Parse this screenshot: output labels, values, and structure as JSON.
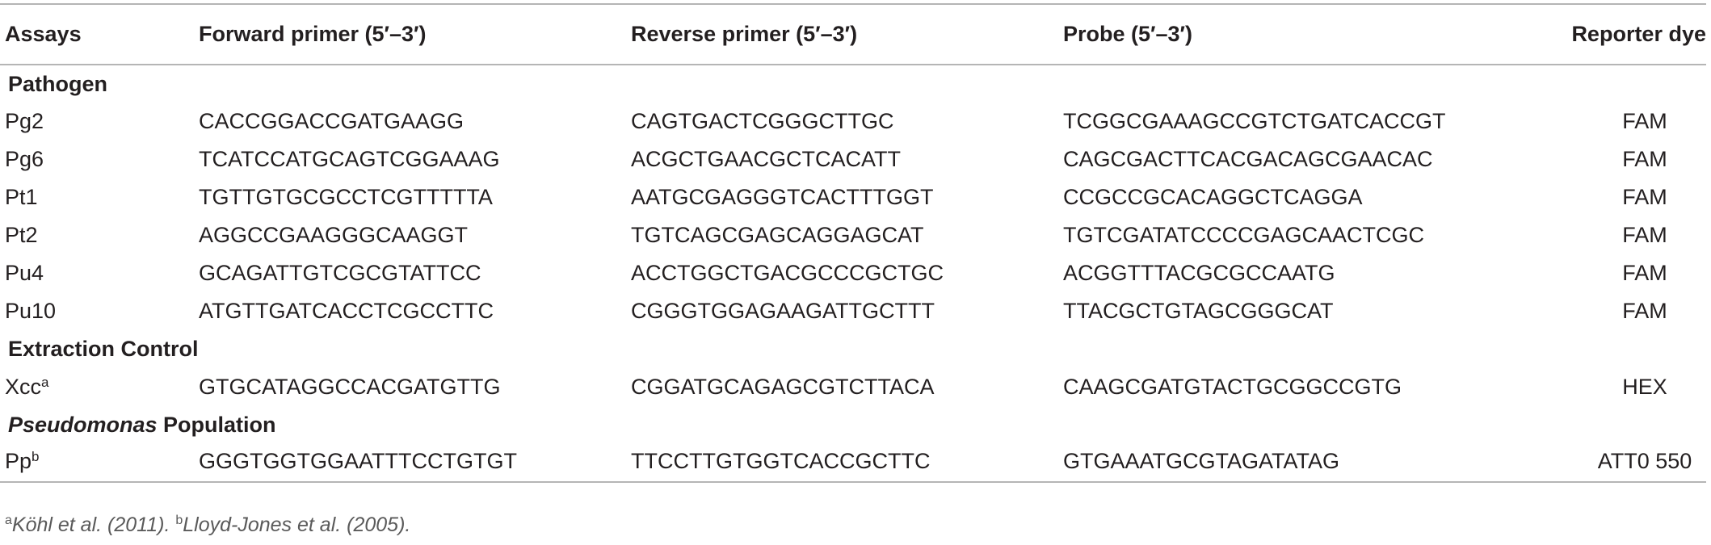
{
  "table": {
    "headers": [
      "Assays",
      "Forward primer (5′–3′)",
      "Reverse primer (5′–3′)",
      "Probe (5′–3′)",
      "Reporter dye"
    ],
    "sections": [
      {
        "title": "Pathogen",
        "rows": [
          {
            "assay": "Pg2",
            "forward": "CACCGGACCGATGAAGG",
            "reverse": "CAGTGACTCGGGCTTGC",
            "probe": "TCGGCGAAAGCCGTCTGATCACCGT",
            "dye": "FAM"
          },
          {
            "assay": "Pg6",
            "forward": "TCATCCATGCAGTCGGAAAG",
            "reverse": "ACGCTGAACGCTCACATT",
            "probe": "CAGCGACTTCACGACAGCGAACAC",
            "dye": "FAM"
          },
          {
            "assay": "Pt1",
            "forward": "TGTTGTGCGCCTCGTTTTTA",
            "reverse": "AATGCGAGGGTCACTTTGGT",
            "probe": "CCGCCGCACAGGCTCAGGA",
            "dye": "FAM"
          },
          {
            "assay": "Pt2",
            "forward": "AGGCCGAAGGGCAAGGT",
            "reverse": "TGTCAGCGAGCAGGAGCAT",
            "probe": "TGTCGATATCCCCGAGCAACTCGC",
            "dye": "FAM"
          },
          {
            "assay": "Pu4",
            "forward": "GCAGATTGTCGCGTATTCC",
            "reverse": "ACCTGGCTGACGCCCGCTGC",
            "probe": "ACGGTTTACGCGCCAATG",
            "dye": "FAM"
          },
          {
            "assay": "Pu10",
            "forward": "ATGTTGATCACCTCGCCTTC",
            "reverse": "CGGGTGGAGAAGATTGCTTT",
            "probe": "TTACGCTGTAGCGGGCAT",
            "dye": "FAM"
          }
        ]
      },
      {
        "title": "Extraction Control",
        "rows": [
          {
            "assay": "Xcc",
            "sup": "a",
            "forward": "GTGCATAGGCCACGATGTTG",
            "reverse": "CGGATGCAGAGCGTCTTACA",
            "probe": "CAAGCGATGTACTGCGGCCGTG",
            "dye": "HEX"
          }
        ]
      },
      {
        "title_italic": "Pseudomonas",
        "title_rest": " Population",
        "rows": [
          {
            "assay": "Pp",
            "sup": "b",
            "forward": "GGGTGGTGGAATTTCCTGTGT",
            "reverse": "TTCCTTGTGGTCACCGCTTC",
            "probe": "GTGAAATGCGTAGATATAG",
            "dye": "ATT0 550"
          }
        ]
      }
    ]
  },
  "footnotes": {
    "a_mark": "a",
    "a_text": "Köhl et al. (2011).",
    "b_mark": "b",
    "b_text": "Lloyd-Jones et al. (2005)."
  }
}
